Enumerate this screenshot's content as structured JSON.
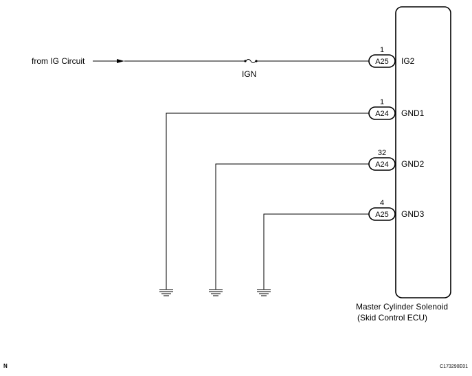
{
  "source_label": "from IG Circuit",
  "fuse_label": "IGN",
  "ecu": {
    "name_line1": "Master Cylinder Solenoid",
    "name_line2": "(Skid Control ECU)"
  },
  "terminals": [
    {
      "pin": "1",
      "connector": "A25",
      "signal": "IG2"
    },
    {
      "pin": "1",
      "connector": "A24",
      "signal": "GND1"
    },
    {
      "pin": "32",
      "connector": "A24",
      "signal": "GND2"
    },
    {
      "pin": "4",
      "connector": "A25",
      "signal": "GND3"
    }
  ],
  "footer": {
    "left_letter": "N",
    "figure_code": "C173290E01"
  }
}
